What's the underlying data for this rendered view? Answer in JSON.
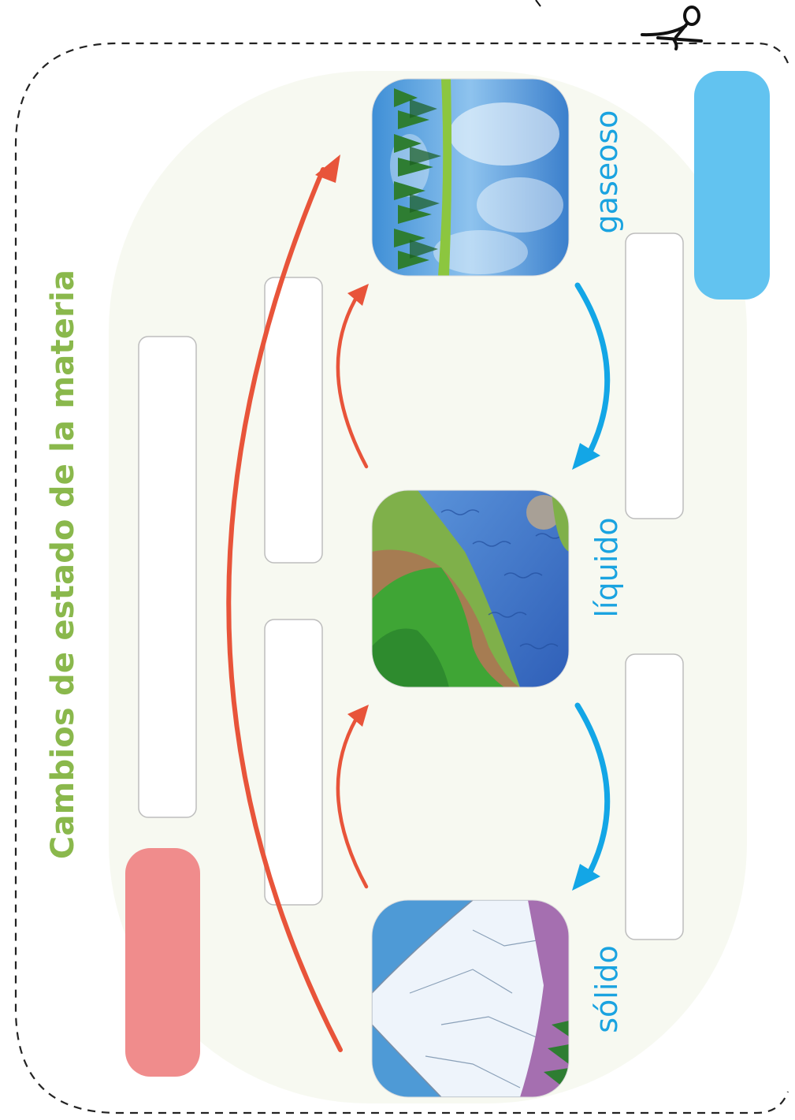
{
  "title": "Cambios de estado de la materia",
  "states": {
    "solid": "sólido",
    "liquid": "líquido",
    "gas": "gaseoso"
  },
  "colors": {
    "title_green": "#8ab84c",
    "state_blue": "#1aa3e0",
    "heating_arrow_red": "#e8543a",
    "cooling_arrow_blue": "#13a6e6",
    "heat_tag_pink": "#f08c8c",
    "cold_tag_blue": "#62c3f0",
    "panel_bg": "#f7f9f1",
    "dashed_border": "#222222"
  },
  "icons": [
    "scissors-icon"
  ]
}
